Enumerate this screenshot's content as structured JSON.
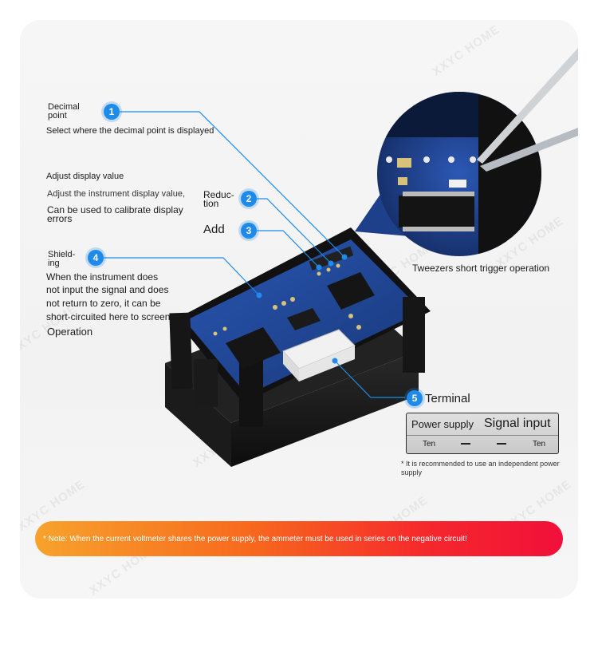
{
  "watermark": "XXYC HOME",
  "callouts": {
    "decimal_point": {
      "number": "1",
      "title_line1": "Decimal",
      "title_line2": "point",
      "description": "Select where the decimal point is displayed"
    },
    "adjust": {
      "heading": "Adjust display value",
      "line1": "Adjust the instrument display value,",
      "line2": "Can be used to calibrate display",
      "line3": "errors"
    },
    "reduction": {
      "number": "2",
      "line1": "Reduc-",
      "line2": "tion"
    },
    "add": {
      "number": "3",
      "label": "Add"
    },
    "shielding": {
      "number": "4",
      "line1": "Shield-",
      "line2": "ing",
      "desc1": "When the instrument does",
      "desc2": "not input the signal and does",
      "desc3": "not return to zero, it can be",
      "desc4": "short-circuited here to screen",
      "desc5": "Operation"
    },
    "tweezers": "Tweezers short trigger operation",
    "terminal": {
      "number": "5",
      "label": "Terminal",
      "power_supply": "Power supply",
      "signal_input": "Signal input",
      "pin_left": "Ten",
      "pin_right": "Ten",
      "note1": "* It is recommended to use an independent power",
      "note2": "supply"
    }
  },
  "banner": "* Note: When the current voltmeter shares the power supply, the ammeter must be used in series on the negative circuit!",
  "colors": {
    "accent": "#1e8bea",
    "pcb": "#1e3f8a",
    "banner_start": "#f7a22c",
    "banner_end": "#f2103a"
  }
}
